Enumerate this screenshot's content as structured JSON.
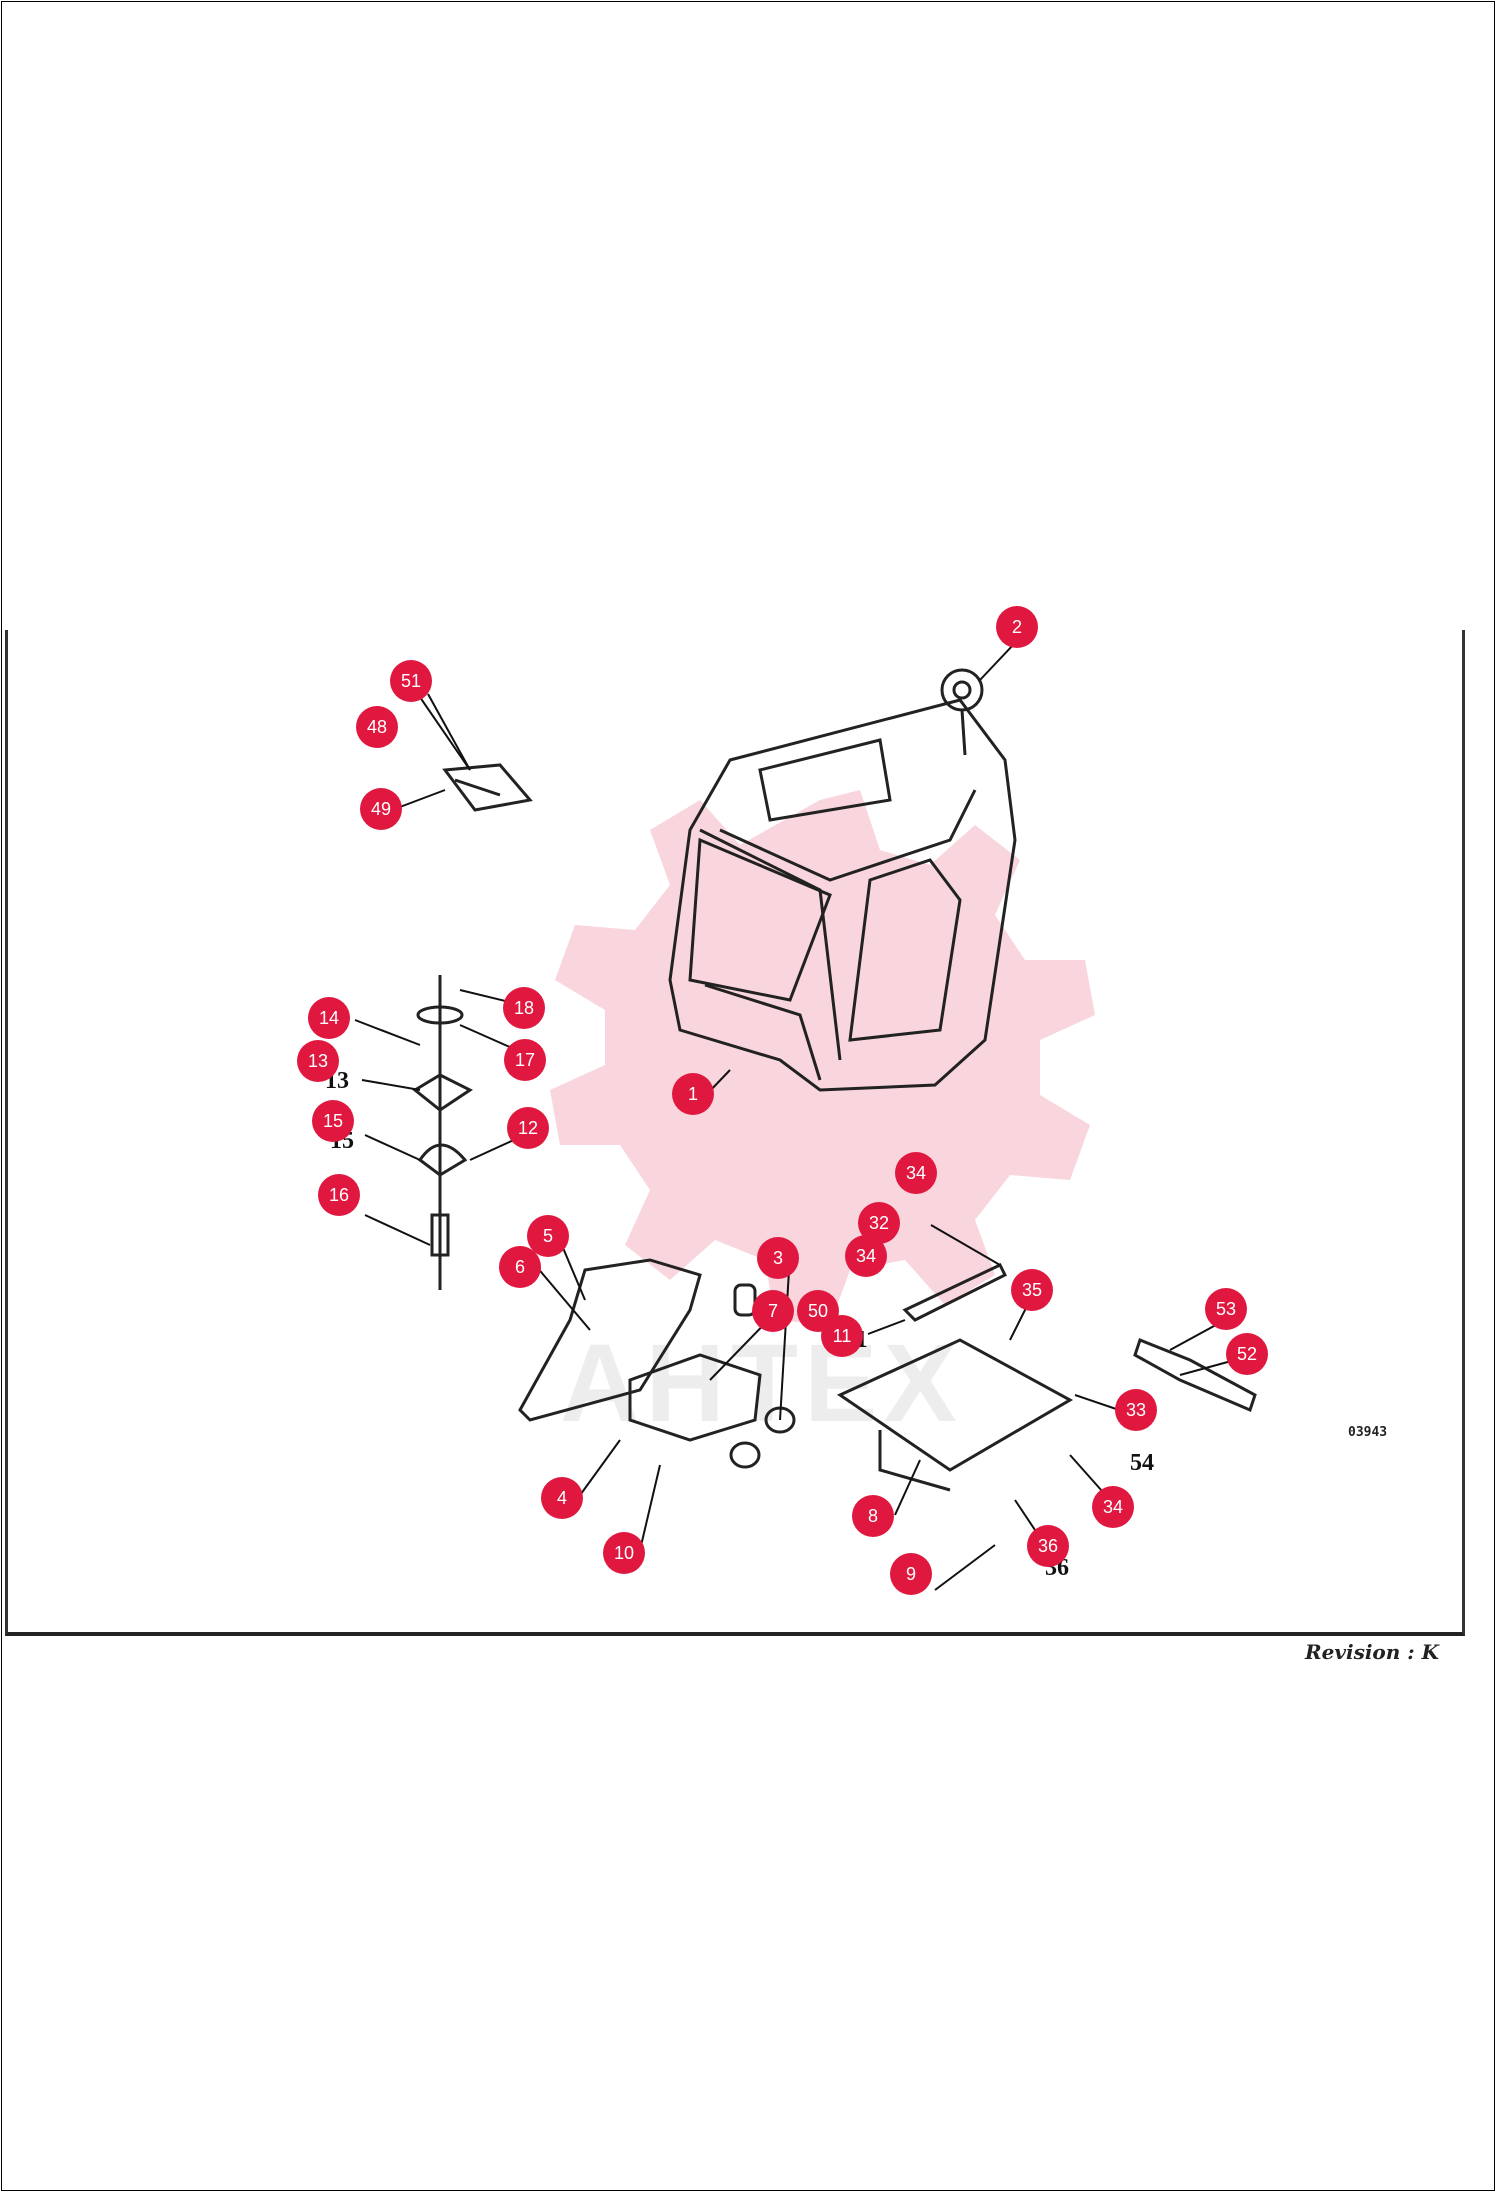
{
  "revision": "Revision : K",
  "drawing_code": "03943",
  "watermark": "AHTEX",
  "callouts": [
    {
      "label": "1"
    },
    {
      "label": "2"
    },
    {
      "label": "3"
    },
    {
      "label": "4"
    },
    {
      "label": "5"
    },
    {
      "label": "6"
    },
    {
      "label": "7"
    },
    {
      "label": "8"
    },
    {
      "label": "9"
    },
    {
      "label": "10"
    },
    {
      "label": "11"
    },
    {
      "label": "12"
    },
    {
      "label": "13"
    },
    {
      "label": "14"
    },
    {
      "label": "15"
    },
    {
      "label": "16"
    },
    {
      "label": "17"
    },
    {
      "label": "18"
    },
    {
      "label": "32"
    },
    {
      "label": "33"
    },
    {
      "label": "34"
    },
    {
      "label": "34"
    },
    {
      "label": "34"
    },
    {
      "label": "35"
    },
    {
      "label": "36"
    },
    {
      "label": "48"
    },
    {
      "label": "49"
    },
    {
      "label": "50"
    },
    {
      "label": "51"
    },
    {
      "label": "52"
    },
    {
      "label": "53"
    }
  ],
  "part_numbers": [
    "13",
    "15",
    "11",
    "54",
    "36"
  ]
}
